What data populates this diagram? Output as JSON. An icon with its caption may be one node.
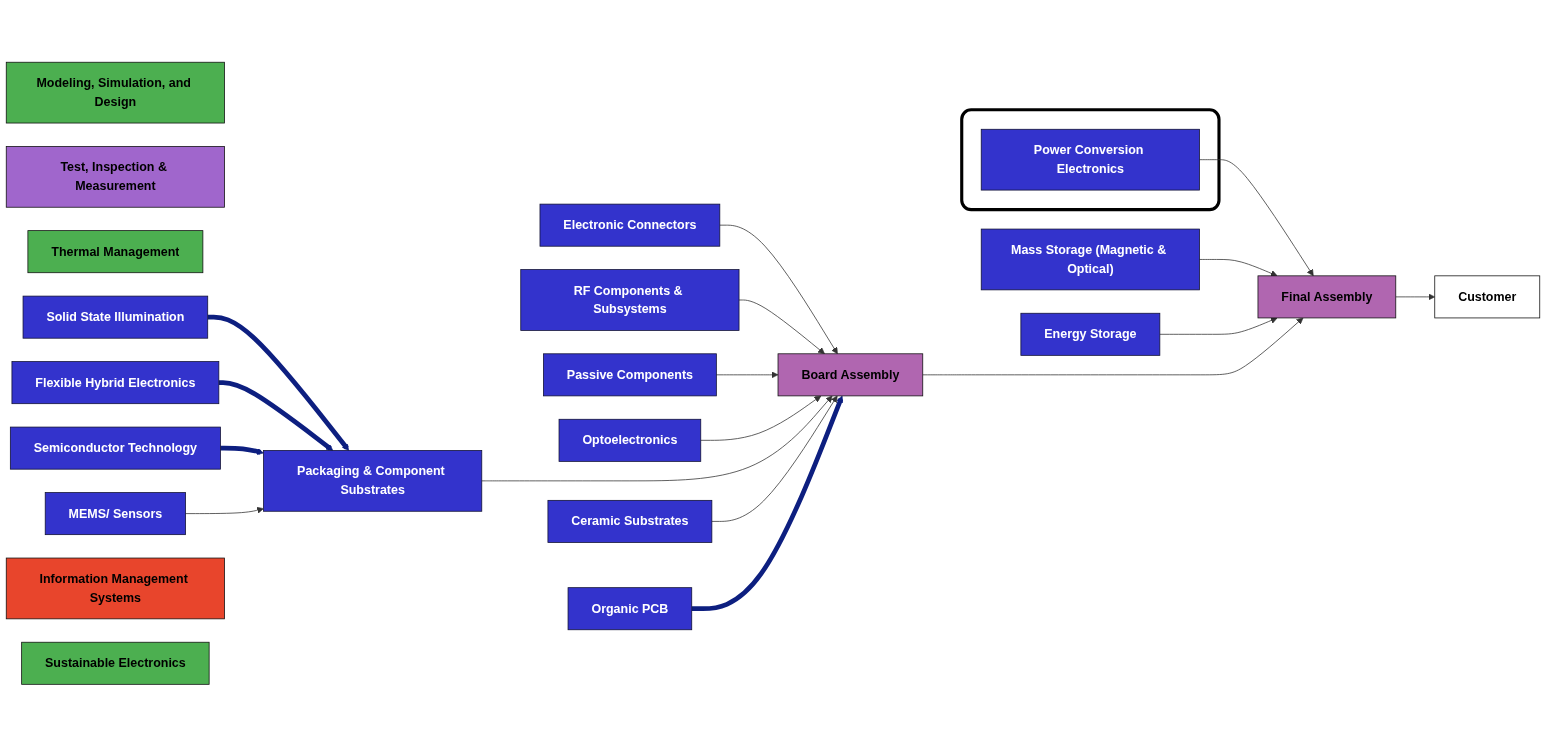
{
  "diagram": {
    "nodes": [
      {
        "text": [
          "Modeling, Simulation, and Design"
        ]
      },
      {
        "text": [
          "Electronic Connectors"
        ]
      },
      {
        "text": [
          "RF Components & Subsystems"
        ]
      },
      {
        "text": [
          "Test, Inspection & Measurement"
        ]
      },
      {
        "text": [
          "MEMS/ Sensors"
        ]
      },
      {
        "text": [
          "Passive Components"
        ]
      },
      {
        "text": [
          "Thermal Management"
        ]
      },
      {
        "text": [
          "Solid State Illumination"
        ]
      },
      {
        "text": [
          "Flexible Hybrid Electronics"
        ]
      },
      {
        "text": [
          "Packaging & Component Substrates"
        ]
      },
      {
        "text": [
          "Optoelectronics"
        ]
      },
      {
        "text": [
          "Semiconductor Technology"
        ]
      },
      {
        "text": [],
        "shape": "box"
      },
      {
        "text": [
          "Power Conversion Electronics"
        ],
        "in": 12
      },
      {
        "text": [
          "Mass Storage (Magnetic & Optical)"
        ]
      },
      {
        "text": [
          "Ceramic Substrates"
        ]
      },
      {
        "text": [
          "Energy Storage"
        ]
      },
      {
        "text": [
          "Organic PCB"
        ]
      },
      {
        "text": [
          "Board Assembly"
        ]
      },
      {
        "text": [
          "Final Assembly"
        ]
      },
      {
        "text": [
          "Customer"
        ]
      },
      {
        "text": [
          "Information Management Systems"
        ]
      },
      {
        "text": [
          "Sustainable Electronics"
        ]
      }
    ],
    "edges": [
      {
        "from": 7,
        "to": 9,
        "arrow": "to",
        "style": "thick",
        "color": "#0d1f80"
      },
      {
        "from": 8,
        "to": 9,
        "arrow": "to",
        "style": "thick",
        "color": "#0d1f80"
      },
      {
        "from": 11,
        "to": 9,
        "arrow": "to",
        "style": "thick",
        "color": "#0d1f80"
      },
      {
        "from": 4,
        "to": 9,
        "arrow": "to"
      },
      {
        "from": 1,
        "to": 18,
        "arrow": "to"
      },
      {
        "from": 2,
        "to": 18,
        "arrow": "to"
      },
      {
        "from": 5,
        "to": 18,
        "arrow": "to"
      },
      {
        "from": 10,
        "to": 18,
        "arrow": "to"
      },
      {
        "from": 9,
        "to": 18,
        "arrow": "to"
      },
      {
        "from": 15,
        "to": 18,
        "arrow": "to"
      },
      {
        "from": 17,
        "to": 18,
        "arrow": "to",
        "style": "thick",
        "color": "#0d1f80"
      },
      {
        "from": 13,
        "to": 19,
        "arrow": "to"
      },
      {
        "from": 14,
        "to": 19,
        "arrow": "to"
      },
      {
        "from": 16,
        "to": 19,
        "arrow": "to"
      },
      {
        "from": 18,
        "to": 19,
        "arrow": "to"
      },
      {
        "from": 19,
        "to": 20,
        "arrow": "to"
      }
    ]
  }
}
